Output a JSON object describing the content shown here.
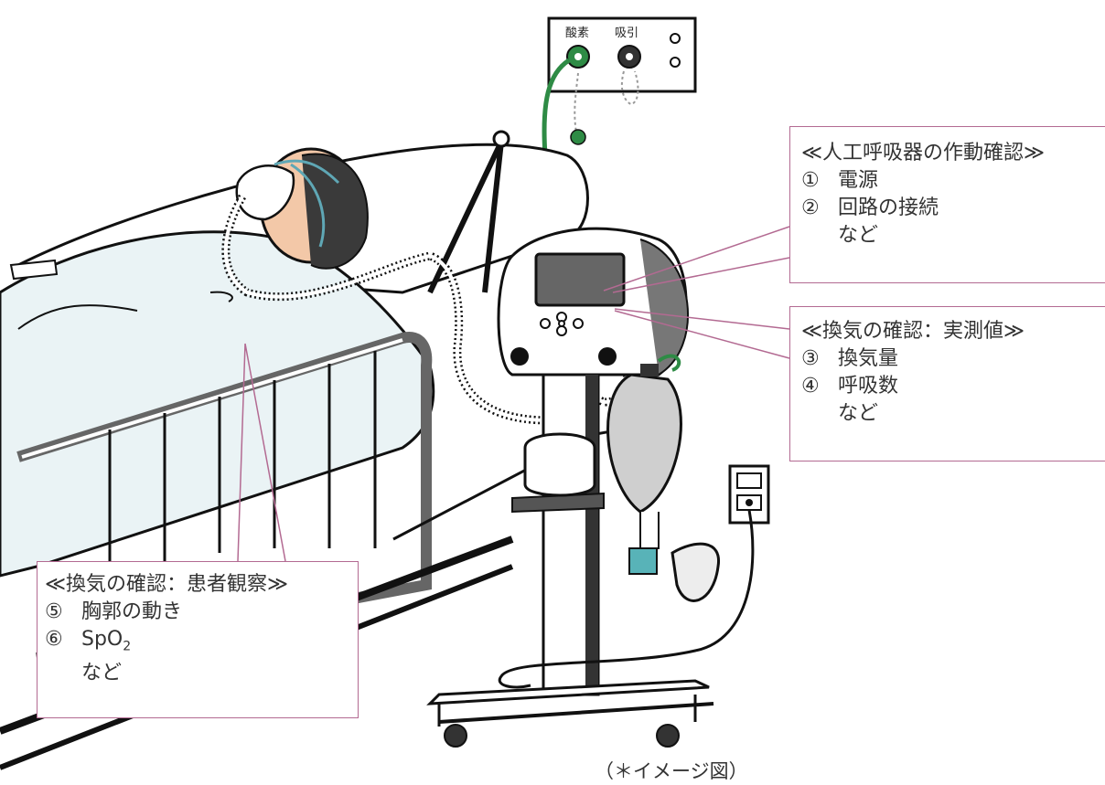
{
  "wall_panel": {
    "oxygen_label": "酸素",
    "suction_label": "吸引"
  },
  "callouts": {
    "ventilator_check": {
      "title": "≪人工呼吸器の作動確認≫",
      "items": [
        {
          "num": "①",
          "text": "電源"
        },
        {
          "num": "②",
          "text": "回路の接続"
        }
      ],
      "etc": "など"
    },
    "ventilation_measured": {
      "title": "≪換気の確認：実測値≫",
      "items": [
        {
          "num": "③",
          "text": "換気量"
        },
        {
          "num": "④",
          "text": "呼吸数"
        }
      ],
      "etc": "など"
    },
    "ventilation_patient": {
      "title": "≪換気の確認：患者観察≫",
      "items": [
        {
          "num": "⑤",
          "text": "胸郭の動き"
        },
        {
          "num": "⑥",
          "text": "SpO",
          "sub": "2"
        }
      ],
      "etc": "など"
    }
  },
  "caption": "（＊イメージ図）",
  "colors": {
    "callout_border": "#b36a92",
    "oxygen_green": "#2e8b45",
    "line": "#111111"
  }
}
